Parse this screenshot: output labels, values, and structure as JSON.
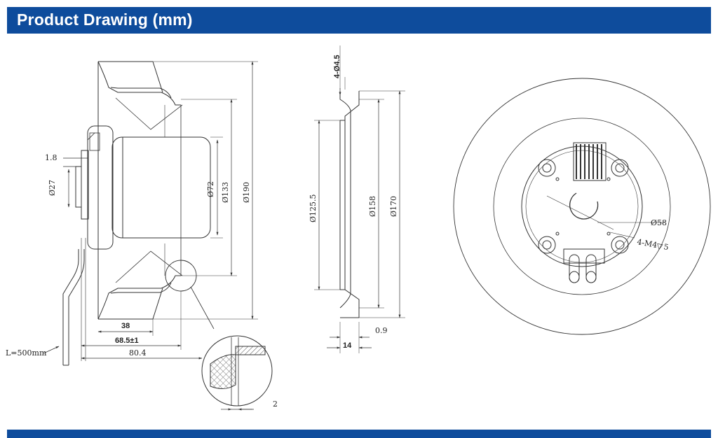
{
  "header": {
    "title": "Product Drawing (mm)"
  },
  "colors": {
    "banner": "#0e4c9c",
    "line": "#333333",
    "hatch": "#555555"
  },
  "side_view": {
    "dim_1_8": "1.8",
    "dim_d27": "Ø27",
    "dim_d72": "Ø72",
    "dim_d133": "Ø133",
    "dim_d190": "Ø190",
    "dim_38": "38",
    "dim_68_5": "68.5±1",
    "dim_80_4": "80.4",
    "cable_length": "L=500mm",
    "detail_dim_2": "2"
  },
  "mount_view": {
    "holes": "4-Ø4.5",
    "dim_d125_5": "Ø125.5",
    "dim_d158": "Ø158",
    "dim_d170": "Ø170",
    "dim_14": "14",
    "dim_0_9": "0.9"
  },
  "front_view": {
    "dim_d58": "Ø58",
    "threads": "4-M4",
    "thread_depth": "5"
  }
}
